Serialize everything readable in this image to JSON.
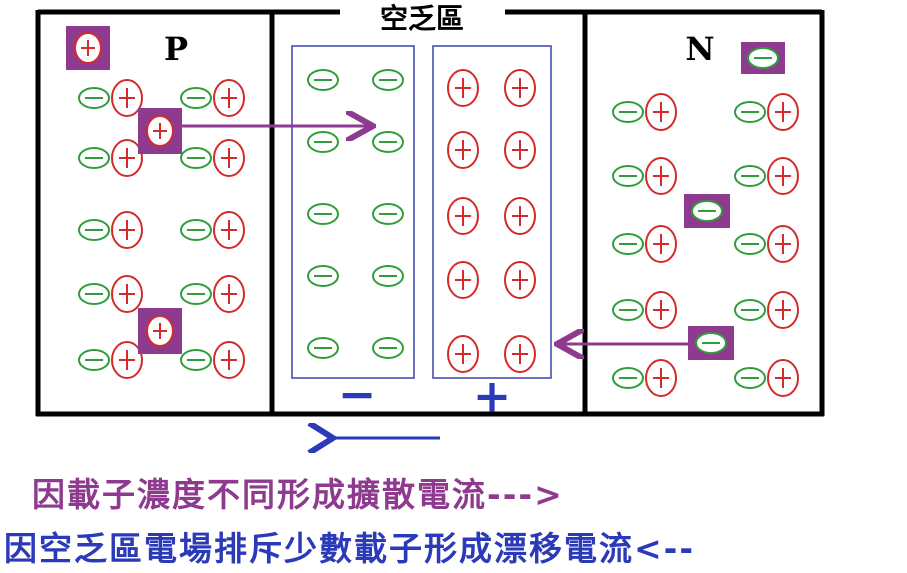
{
  "labels": {
    "p_region": "P",
    "n_region": "N",
    "depletion_region": "空乏區",
    "negative_sign": "−",
    "positive_sign": "+"
  },
  "captions": {
    "diffusion": "因載子濃度不同形成擴散電流--->",
    "drift": "因空乏區電場排斥少數載子形成漂移電流<--"
  },
  "colors": {
    "frame": "#000000",
    "negative_ion": "#2e9e3a",
    "positive_ion": "#d42a2a",
    "carrier_box": "#8e3a8e",
    "depletion_box": "#3a44b0",
    "diffusion_caption": "#8e3a8e",
    "drift_caption": "#2a3ab8"
  }
}
